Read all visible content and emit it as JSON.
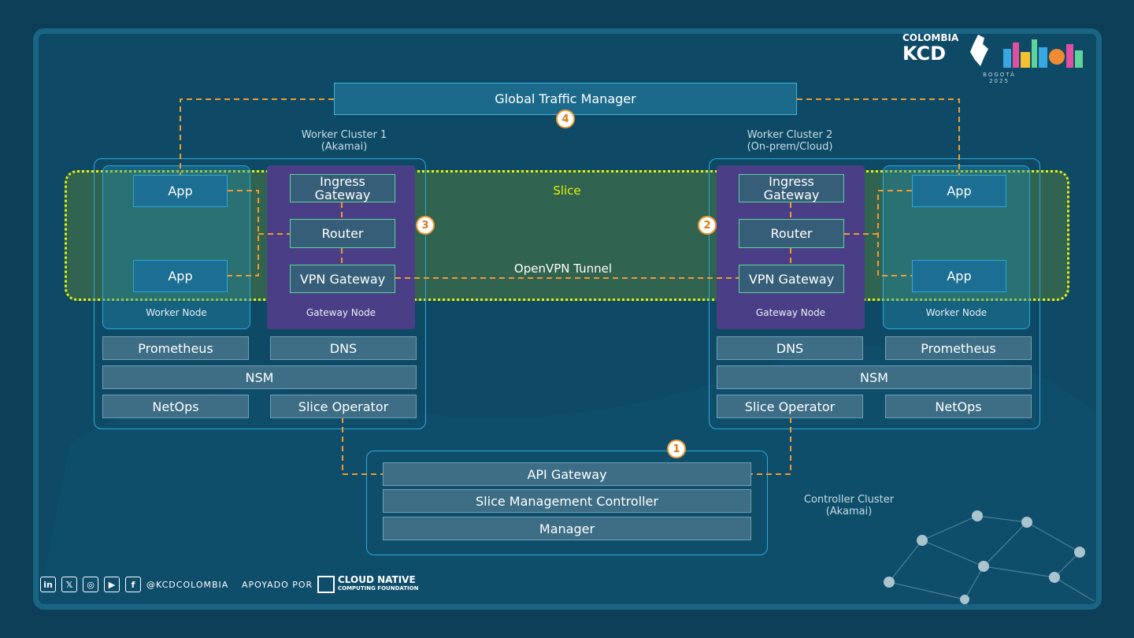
{
  "diagram": {
    "global_traffic_manager": "Global Traffic Manager",
    "slice_label": "Slice",
    "tunnel_label": "OpenVPN Tunnel",
    "worker_cluster_1": {
      "title": "Worker Cluster 1",
      "subtitle": "(Akamai)",
      "apps": [
        "App",
        "App"
      ],
      "worker_node": "Worker Node",
      "gateway_node": "Gateway Node",
      "ingress_gateway": "Ingress Gateway",
      "router": "Router",
      "vpn_gateway": "VPN Gateway",
      "services": {
        "prometheus": "Prometheus",
        "dns": "DNS",
        "nsm": "NSM",
        "netops": "NetOps",
        "slice_operator": "Slice Operator"
      }
    },
    "worker_cluster_2": {
      "title": "Worker Cluster 2",
      "subtitle": "(On-prem/Cloud)",
      "apps": [
        "App",
        "App"
      ],
      "worker_node": "Worker Node",
      "gateway_node": "Gateway Node",
      "ingress_gateway": "Ingress Gateway",
      "router": "Router",
      "vpn_gateway": "VPN Gateway",
      "services": {
        "prometheus": "Prometheus",
        "dns": "DNS",
        "nsm": "NSM",
        "netops": "NetOps",
        "slice_operator": "Slice Operator"
      }
    },
    "controller_cluster": {
      "title": "Controller Cluster",
      "subtitle": "(Akamai)",
      "api_gateway": "API Gateway",
      "slice_management_controller": "Slice Management Controller",
      "manager": "Manager"
    },
    "badges": [
      "1",
      "2",
      "3",
      "4"
    ]
  },
  "branding": {
    "kcd_top": "COLOMBIA",
    "kcd_main": "KCD",
    "kcd_sub": "BOGOTÁ 2025",
    "handle": "@KCDCOLOMBIA",
    "supported_by": "APOYADO POR",
    "cncf_main": "CLOUD NATIVE",
    "cncf_sub": "COMPUTING FOUNDATION",
    "social_icons": [
      "linkedin-icon",
      "x-icon",
      "instagram-icon",
      "youtube-icon",
      "facebook-icon"
    ]
  },
  "colors": {
    "background": "#0c3f57",
    "line_orange": "#f09a33",
    "slice_yellow": "#e6f00e",
    "gateway_purple": "#4a3f86"
  }
}
